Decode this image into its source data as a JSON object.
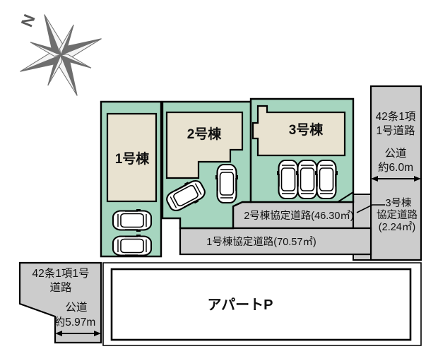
{
  "figure": {
    "type": "site-plan",
    "title_visible": false,
    "background_color": "#ffffff"
  },
  "compass": {
    "label": "N",
    "rose_color": "#6e6e6e",
    "rose_light_color": "#f2f2f2",
    "rotation_deg": -22
  },
  "colors": {
    "lot_green": "#a6d5bf",
    "building_beige": "#e8e2d0",
    "road_gray": "#cccccc",
    "outline": "#000000",
    "car_fill": "#ffffff"
  },
  "lots": [
    {
      "id": "lot-1",
      "label": "1号棟"
    },
    {
      "id": "lot-2",
      "label": "2号棟"
    },
    {
      "id": "lot-3",
      "label": "3号棟"
    }
  ],
  "roads": [
    {
      "id": "road-east-public",
      "lines": [
        "42条1項",
        "1号道路"
      ],
      "type_label": "公道",
      "width_label": "約6.0m",
      "has_dimension_arrow": true
    },
    {
      "id": "road-southwest-public",
      "lines": [
        "42条1項1号",
        "道路"
      ],
      "type_label": "公道",
      "width_label": "約5.97m",
      "has_dimension_arrow": true
    }
  ],
  "agreement_roads": [
    {
      "id": "agreement-road-3",
      "lines": [
        "3号棟",
        "協定道路",
        "(2.24㎡)"
      ],
      "has_leader_line": true
    },
    {
      "id": "agreement-road-2",
      "text": "2号棟協定道路(46.30㎡)"
    },
    {
      "id": "agreement-road-1",
      "text": "1号棟協定道路(70.57㎡)"
    }
  ],
  "neighbors": [
    {
      "id": "apartment-parking",
      "label": "アパートP"
    }
  ],
  "cars": {
    "lot1_count": 2,
    "lot2_count": 2,
    "lot3_count": 3,
    "orientation_notes": [
      "lot1 horizontal",
      "lot2 one diagonal one vertical",
      "lot3 three vertical"
    ]
  }
}
